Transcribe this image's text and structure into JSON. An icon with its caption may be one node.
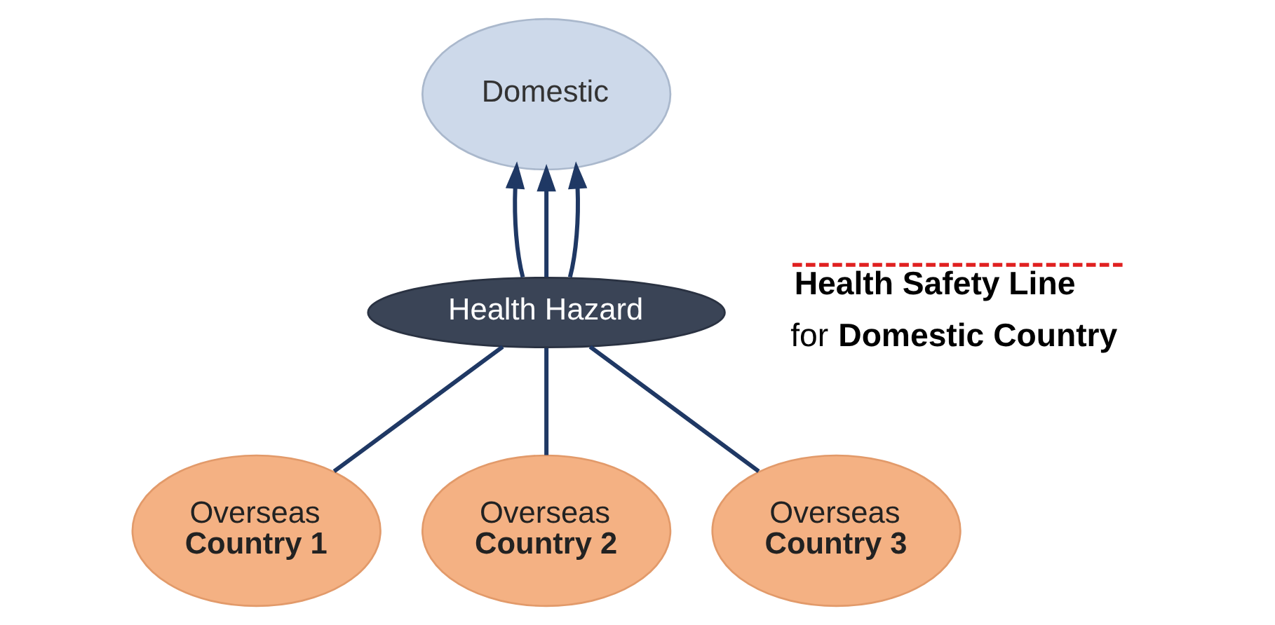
{
  "diagram": {
    "nodes": [
      {
        "text": [
          "Domestic"
        ]
      },
      {
        "text": [
          "Health Hazard"
        ]
      },
      {
        "text": [
          "Overseas",
          "Country 1"
        ]
      },
      {
        "text": [
          "Overseas",
          "Country 2"
        ]
      },
      {
        "text": [
          "Overseas",
          "Country 3"
        ]
      }
    ],
    "edges": [
      {
        "from": 2,
        "to": 1,
        "arrow": "none"
      },
      {
        "from": 3,
        "to": 1,
        "arrow": "none"
      },
      {
        "from": 4,
        "to": 1,
        "arrow": "none"
      },
      {
        "from": 1,
        "to": 0,
        "arrow": "to"
      },
      {
        "from": 1,
        "to": 0,
        "arrow": "to"
      },
      {
        "from": 1,
        "to": 0,
        "arrow": "to"
      }
    ],
    "labels": [
      "**Health Safety Line** for **Domestic Country**"
    ]
  }
}
